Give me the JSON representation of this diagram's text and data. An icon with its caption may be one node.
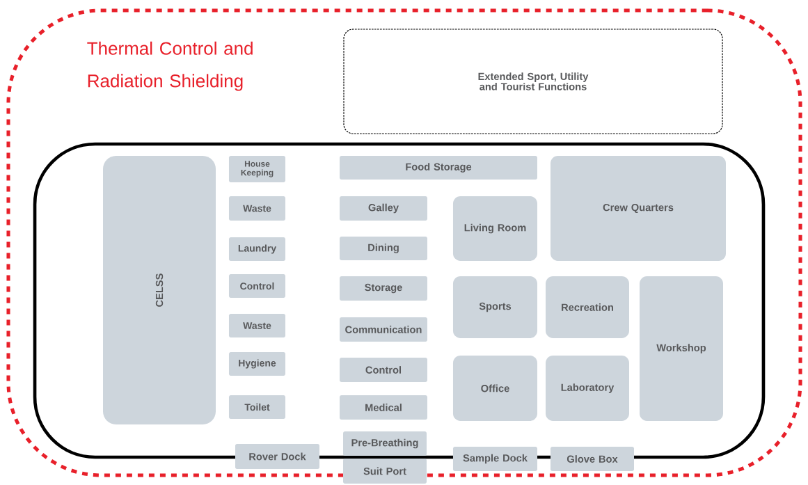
{
  "diagram": {
    "nodes": [
      {
        "text": [
          "Thermal Control and Radiation Shielding"
        ]
      },
      {
        "text": [
          "Extended Sport, Utility and Tourist Functions"
        ],
        "in": 0
      },
      {
        "text": [],
        "shape": "box",
        "in": 0
      },
      {
        "text": [
          "CELSS"
        ],
        "in": 2
      },
      {
        "text": [
          "House Keeping"
        ],
        "in": 2
      },
      {
        "text": [
          "Waste"
        ],
        "in": 2
      },
      {
        "text": [
          "Laundry"
        ],
        "in": 2
      },
      {
        "text": [
          "Control"
        ],
        "in": 2
      },
      {
        "text": [
          "Waste"
        ],
        "in": 2
      },
      {
        "text": [
          "Hygiene"
        ],
        "in": 2
      },
      {
        "text": [
          "Toilet"
        ],
        "in": 2
      },
      {
        "text": [
          "Food Storage"
        ],
        "in": 2
      },
      {
        "text": [
          "Galley"
        ],
        "in": 2
      },
      {
        "text": [
          "Dining"
        ],
        "in": 2
      },
      {
        "text": [
          "Storage"
        ],
        "in": 2
      },
      {
        "text": [
          "Communication"
        ],
        "in": 2
      },
      {
        "text": [
          "Control"
        ],
        "in": 2
      },
      {
        "text": [
          "Medical"
        ],
        "in": 2
      },
      {
        "text": [
          "Living Room"
        ],
        "in": 2
      },
      {
        "text": [
          "Crew Quarters"
        ],
        "in": 2
      },
      {
        "text": [
          "Sports"
        ],
        "in": 2
      },
      {
        "text": [
          "Recreation"
        ],
        "in": 2
      },
      {
        "text": [
          "Workshop"
        ],
        "in": 2
      },
      {
        "text": [
          "Office"
        ],
        "in": 2
      },
      {
        "text": [
          "Laboratory"
        ],
        "in": 2
      },
      {
        "text": [
          "Rover Dock"
        ],
        "in": 0
      },
      {
        "text": [
          "Pre-Breathing"
        ],
        "in": 2
      },
      {
        "text": [
          "Suit Port"
        ],
        "in": 0
      },
      {
        "text": [
          "Sample Dock"
        ],
        "in": 0
      },
      {
        "text": [
          "Glove Box"
        ],
        "in": 0
      }
    ]
  }
}
